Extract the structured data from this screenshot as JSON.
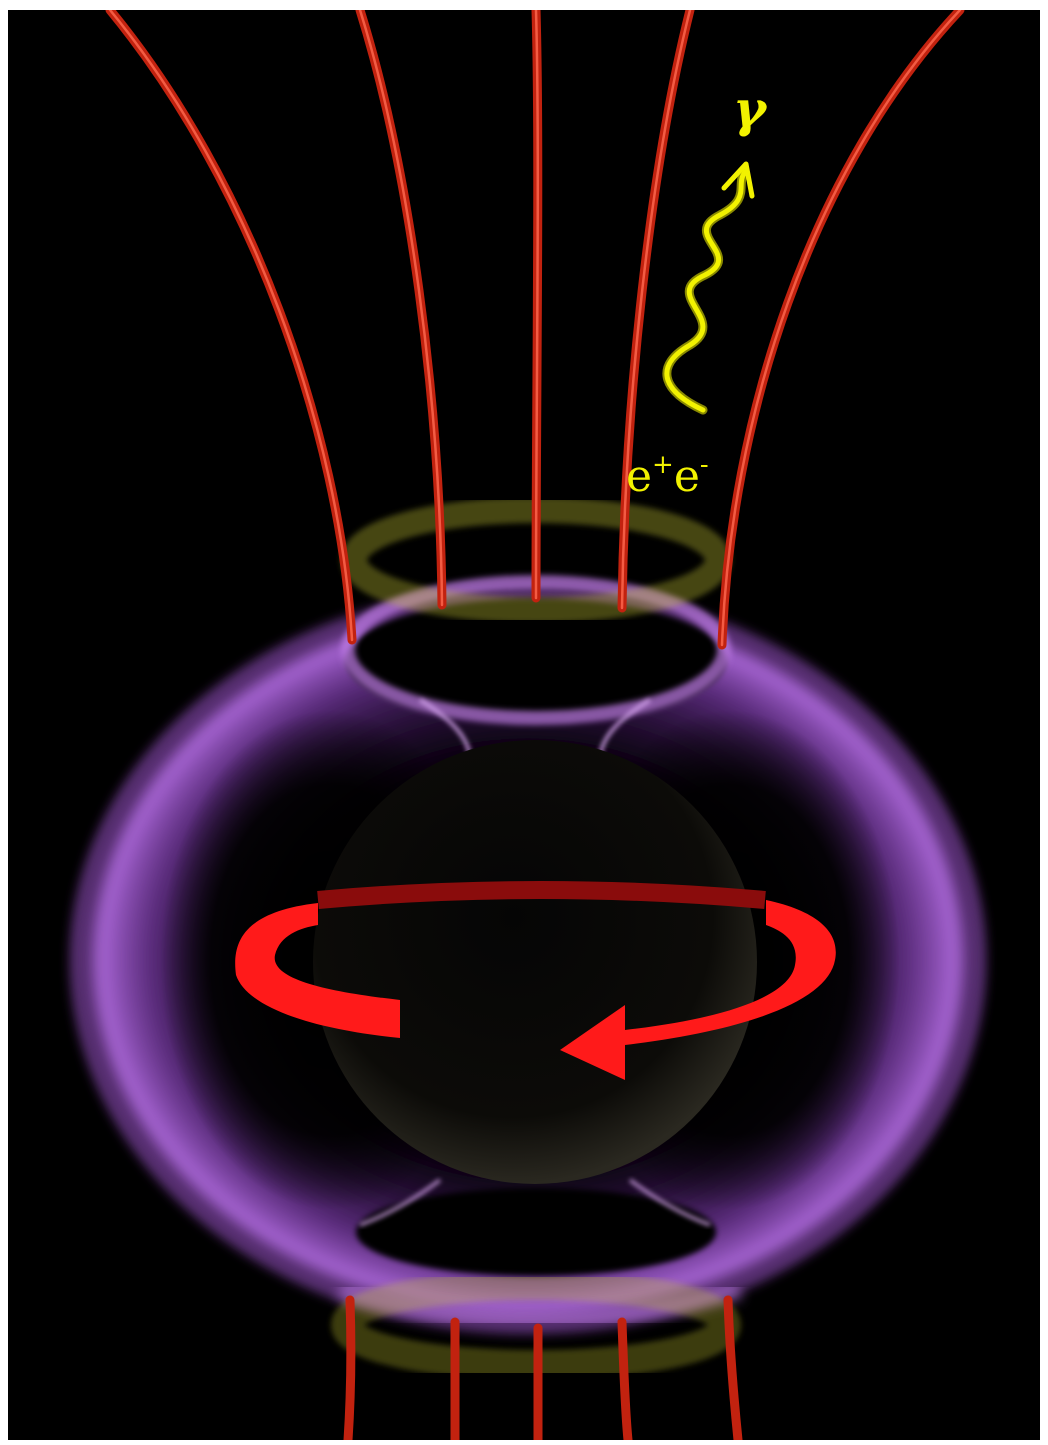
{
  "labels": {
    "photon": "γ",
    "pair": {
      "e1": "e",
      "s1": "+",
      "e2": "e",
      "s2": "-"
    }
  },
  "colors": {
    "background": "#000000",
    "field_line": "#e0301e",
    "torus": "#b16be0",
    "planet": "#1b1a16",
    "rotation_arrow": "#ff1a1a",
    "photon": "#f2f200",
    "cap_glow": "#c8c830"
  },
  "icons": [
    "magnetic-field-line",
    "plasma-torus",
    "rotating-sphere",
    "rotation-arrow",
    "photon-wave",
    "polar-cap-glow"
  ]
}
